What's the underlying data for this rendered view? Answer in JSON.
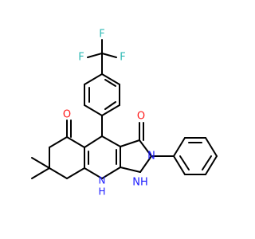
{
  "molecule": {
    "atoms": {
      "f_top": "F",
      "f_left": "F",
      "f_right": "F",
      "o_ketone": "O",
      "o_pyrazolone": "O",
      "nh_ring": "NH",
      "n_ring": "N",
      "nh_bottom": "N",
      "h_bottom": "H"
    },
    "colors": {
      "fluorine": "#2fb9b5",
      "oxygen": "#ff1a1a",
      "nitrogen": "#1a1aff",
      "bond": "#000000"
    }
  }
}
